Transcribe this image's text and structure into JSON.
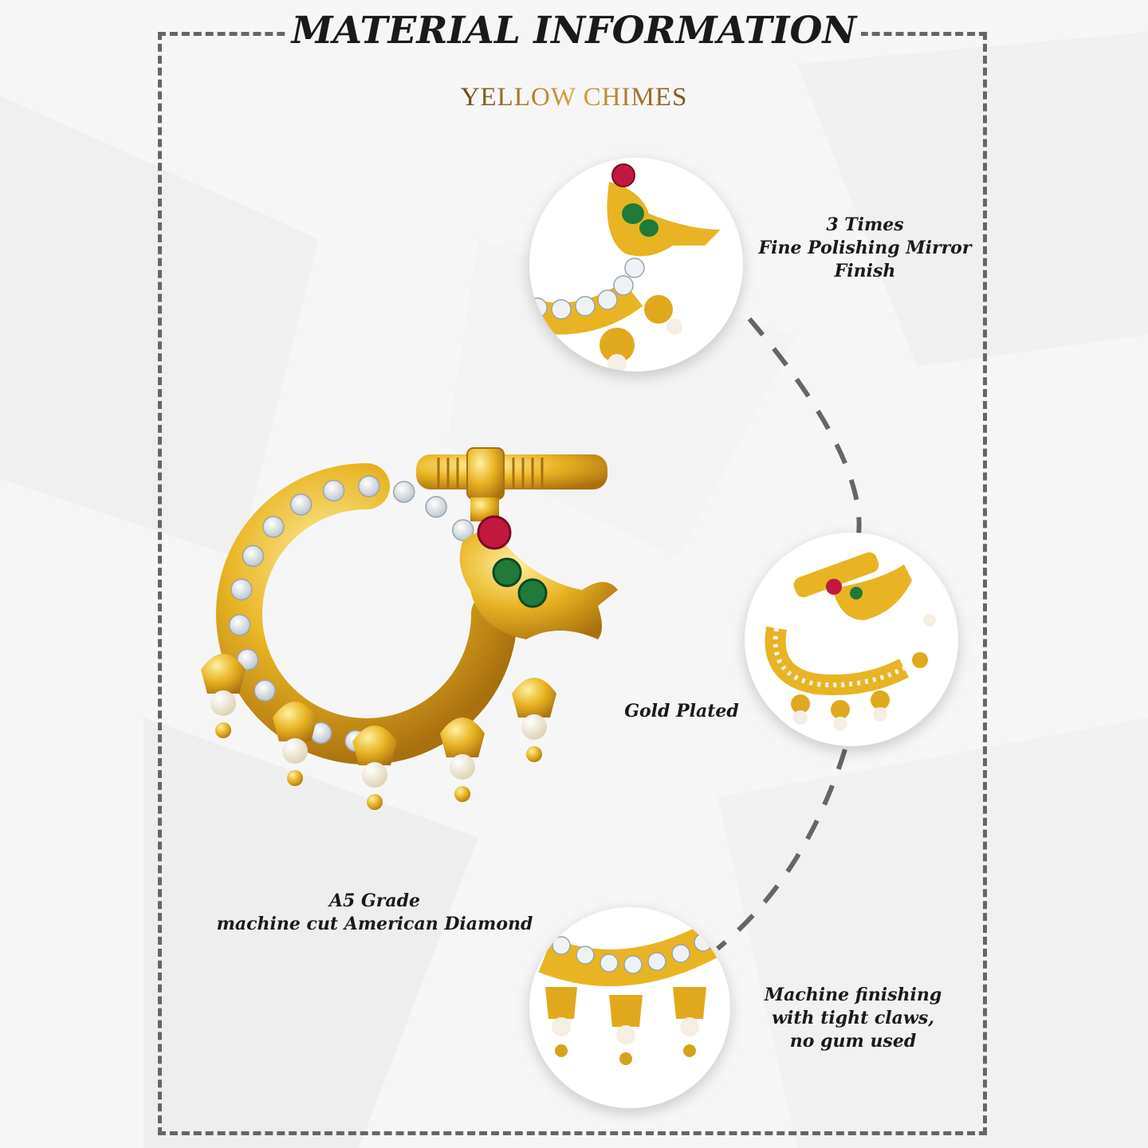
{
  "header": {
    "title": "MATERIAL INFORMATION",
    "brand": "YELLOW CHIMES"
  },
  "features": {
    "polish": [
      "3 Times",
      "Fine Polishing Mirror",
      "Finish"
    ],
    "plating": [
      "Gold Plated"
    ],
    "stones": [
      "A5 Grade",
      "machine cut American Diamond"
    ],
    "setting": [
      "Machine finishing",
      "with tight claws,",
      "no gum used"
    ]
  },
  "colors": {
    "frame": "#666666",
    "gold": "#d9a21b",
    "gold_light": "#f3cf55",
    "ruby": "#c2183f",
    "emerald": "#1f7a3a",
    "pearl": "#f4efe2",
    "brand_gradient": [
      "#6b4a1a",
      "#d9a441"
    ]
  },
  "product": {
    "image_subject": "gold plated nose ring with parrot motif, American diamonds and pearl drops"
  }
}
